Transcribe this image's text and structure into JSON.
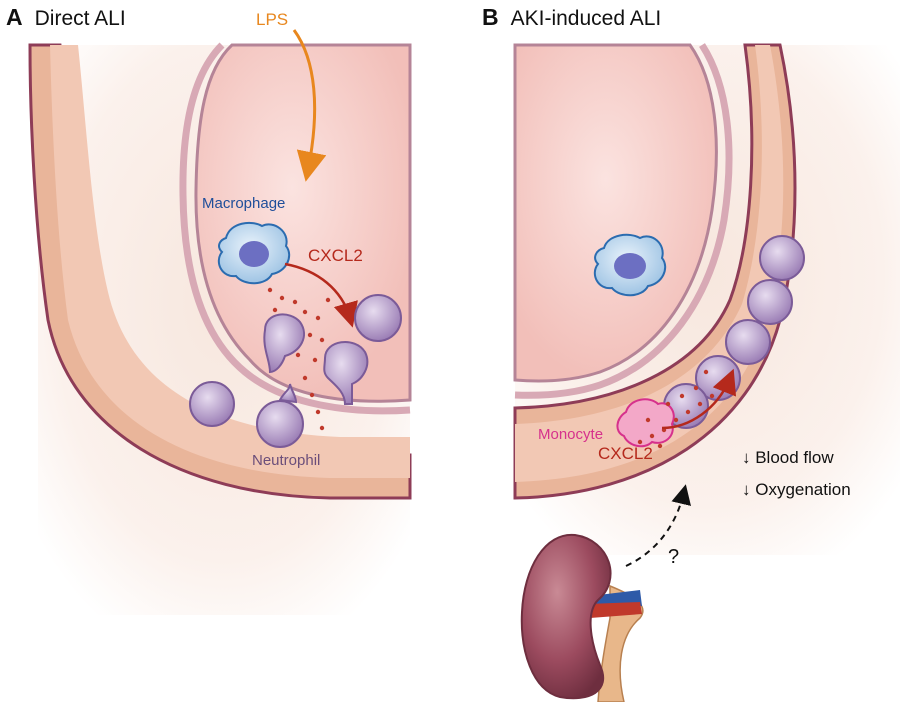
{
  "panels": [
    {
      "letter": "A",
      "title": "Direct ALI",
      "labels": {
        "lps": "LPS",
        "macrophage": "Macrophage",
        "cxcl2": "CXCL2",
        "neutrophil": "Neutrophil"
      }
    },
    {
      "letter": "B",
      "title": "AKI-induced ALI",
      "labels": {
        "monocyte": "Monocyte",
        "cxcl2": "CXCL2",
        "question": "?",
        "blood_flow": "↓ Blood flow",
        "oxygenation": "↓ Oxygenation"
      }
    }
  ],
  "colors": {
    "lps": "#E8871E",
    "macrophage_text": "#1F4E9A",
    "cxcl2": "#B5291C",
    "neutrophil_text": "#6B4E7A",
    "monocyte": "#D6318C",
    "vessel_wall": "#E9B59A",
    "vessel_outline": "#8E3C57",
    "alveolus": "#F6C9C4",
    "neutrophil_cell": "#B49ACB"
  }
}
